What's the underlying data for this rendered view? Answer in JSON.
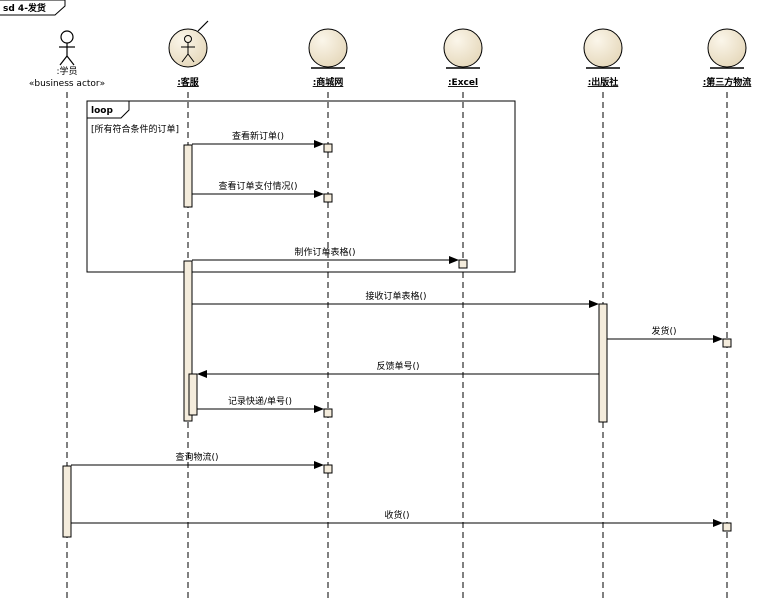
{
  "frame": {
    "title": "sd 4-发货"
  },
  "lifelines": {
    "student": {
      "name": ":学员",
      "stereotype": "«business actor»",
      "icon": "actor-icon"
    },
    "service": {
      "name": ":客服",
      "icon": "worker-icon"
    },
    "mall": {
      "name": ":商城网",
      "icon": "entity-icon"
    },
    "excel": {
      "name": ":Excel",
      "icon": "entity-icon"
    },
    "publisher": {
      "name": ":出版社",
      "icon": "entity-icon"
    },
    "logistics": {
      "name": ":第三方物流",
      "icon": "entity-icon"
    }
  },
  "fragment": {
    "operator": "loop",
    "guard": "[所有符合条件的订单]"
  },
  "messages": {
    "m1": "查看新订单()",
    "m2": "查看订单支付情况()",
    "m3": "制作订单表格()",
    "m4": "接收订单表格()",
    "m5": "发货()",
    "m6": "反馈单号()",
    "m7": "记录快递/单号()",
    "m8": "查询物流()",
    "m9": "收货()"
  },
  "colors": {
    "activation": "#f4ecdc",
    "line": "#000000"
  }
}
